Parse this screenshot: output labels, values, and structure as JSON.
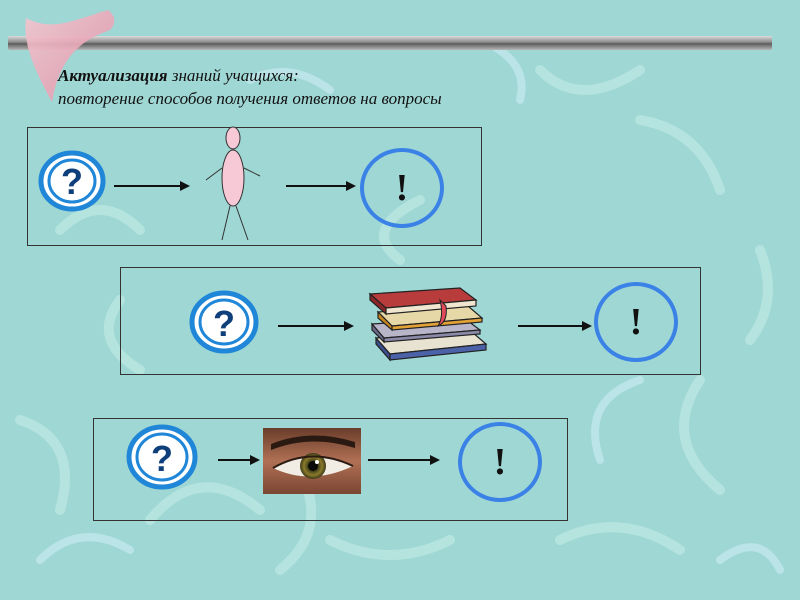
{
  "title": {
    "bold": "Актуализация",
    "rest_line1": " знаний учащихся:",
    "line2": "повторение способов получения ответов на вопросы"
  },
  "rows": [
    {
      "source": "person",
      "answer_mark": "!"
    },
    {
      "source": "books",
      "answer_mark": "!"
    },
    {
      "source": "eye",
      "answer_mark": "!"
    }
  ],
  "icons": {
    "question": "question-mark-circle-icon",
    "answer": "exclamation-circle-icon"
  },
  "colors": {
    "background": "#9fd7d4",
    "circle_blue": "#3b82e6",
    "person_fill": "#f7c8d6"
  }
}
